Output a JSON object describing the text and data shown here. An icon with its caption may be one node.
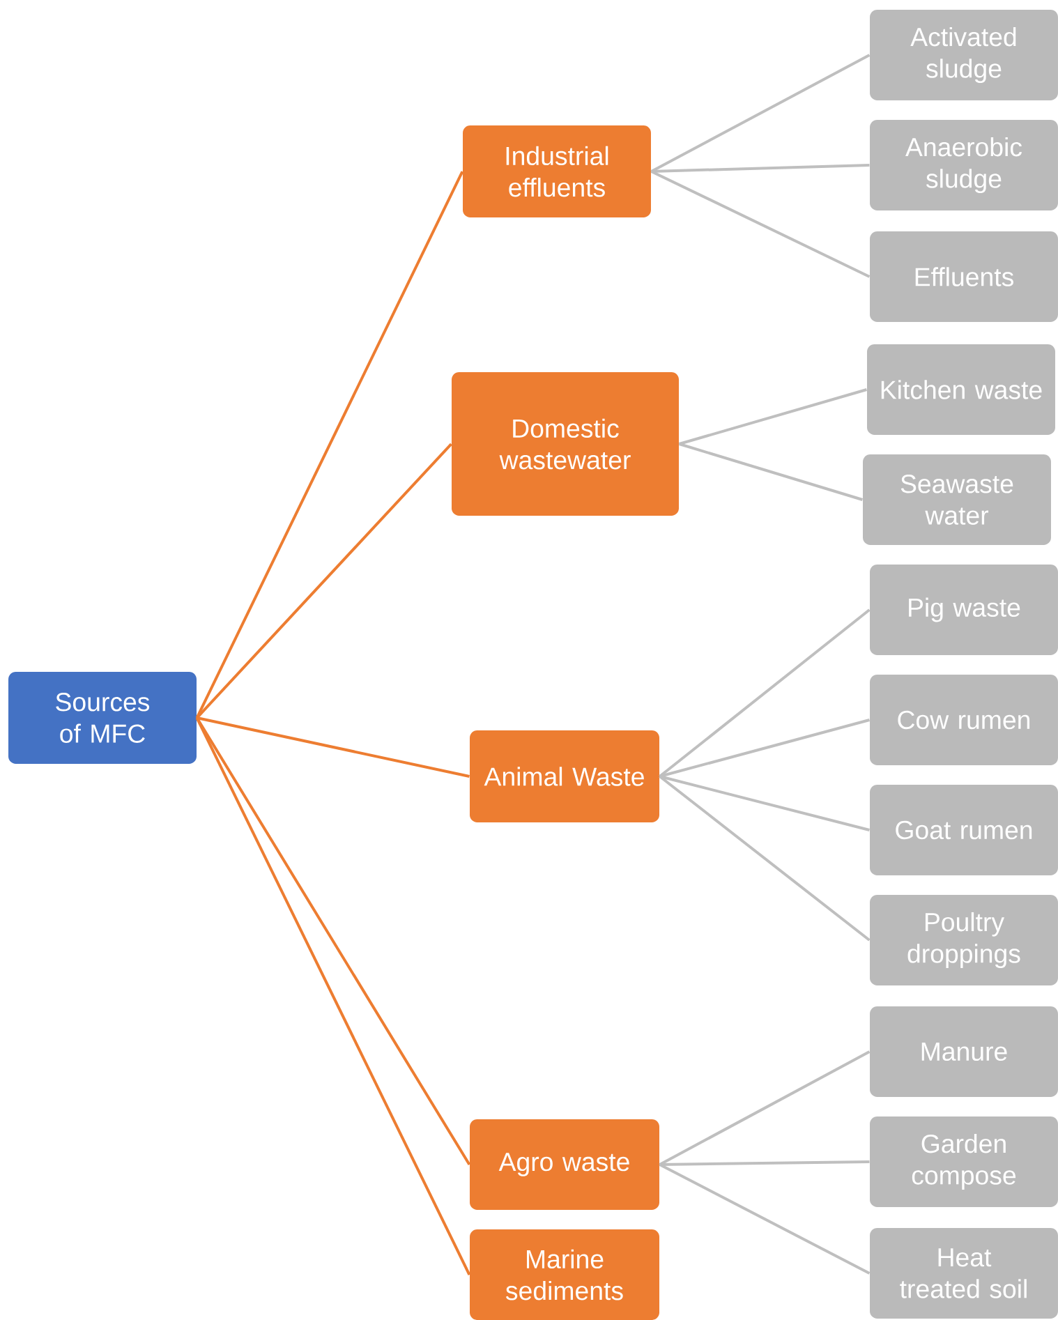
{
  "diagram": {
    "nodes": [
      {
        "text": [
          "Sources of MFC"
        ]
      },
      {
        "text": [
          "Industrial effluents"
        ]
      },
      {
        "text": [
          "Activated sludge"
        ]
      },
      {
        "text": [
          "Anaerobic sludge"
        ]
      },
      {
        "text": [
          "Effluents"
        ]
      },
      {
        "text": [
          "Domestic wastewater"
        ]
      },
      {
        "text": [
          "Kitchen waste"
        ]
      },
      {
        "text": [
          "Seawaste water"
        ]
      },
      {
        "text": [
          "Animal Waste"
        ]
      },
      {
        "text": [
          "Pig waste"
        ]
      },
      {
        "text": [
          "Cow rumen"
        ]
      },
      {
        "text": [
          "Goat rumen"
        ]
      },
      {
        "text": [
          "Poultry droppings"
        ]
      },
      {
        "text": [
          "Agro waste"
        ]
      },
      {
        "text": [
          "Manure"
        ]
      },
      {
        "text": [
          "Garden compose"
        ]
      },
      {
        "text": [
          "Heat treated soil"
        ]
      },
      {
        "text": [
          "Marine sediments"
        ]
      }
    ],
    "edges": [
      {
        "from": 0,
        "to": 1,
        "arrow": "none",
        "color": "#ed7d31"
      },
      {
        "from": 0,
        "to": 5,
        "arrow": "none",
        "color": "#ed7d31"
      },
      {
        "from": 0,
        "to": 8,
        "arrow": "none",
        "color": "#ed7d31"
      },
      {
        "from": 0,
        "to": 13,
        "arrow": "none",
        "color": "#ed7d31"
      },
      {
        "from": 0,
        "to": 17,
        "arrow": "none",
        "color": "#ed7d31"
      },
      {
        "from": 1,
        "to": 2,
        "arrow": "none"
      },
      {
        "from": 1,
        "to": 3,
        "arrow": "none"
      },
      {
        "from": 1,
        "to": 4,
        "arrow": "none"
      },
      {
        "from": 5,
        "to": 6,
        "arrow": "none"
      },
      {
        "from": 5,
        "to": 7,
        "arrow": "none"
      },
      {
        "from": 8,
        "to": 9,
        "arrow": "none"
      },
      {
        "from": 8,
        "to": 10,
        "arrow": "none"
      },
      {
        "from": 8,
        "to": 11,
        "arrow": "none"
      },
      {
        "from": 8,
        "to": 12,
        "arrow": "none"
      },
      {
        "from": 13,
        "to": 14,
        "arrow": "none"
      },
      {
        "from": 13,
        "to": 15,
        "arrow": "none"
      },
      {
        "from": 13,
        "to": 16,
        "arrow": "none"
      }
    ]
  }
}
